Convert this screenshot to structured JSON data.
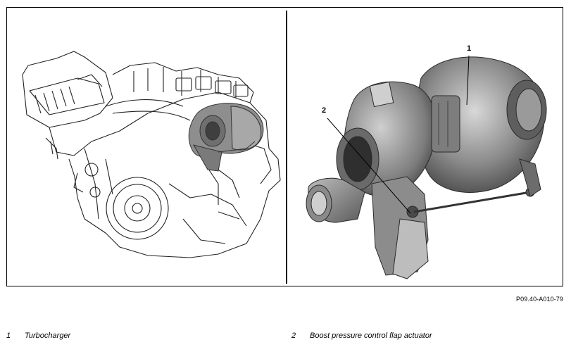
{
  "figure": {
    "id": "P09.40-A010-79",
    "callouts": [
      {
        "num": "1"
      },
      {
        "num": "2"
      }
    ]
  },
  "legend": [
    {
      "num": "1",
      "label": "Turbocharger"
    },
    {
      "num": "2",
      "label": "Boost pressure control flap actuator"
    }
  ]
}
